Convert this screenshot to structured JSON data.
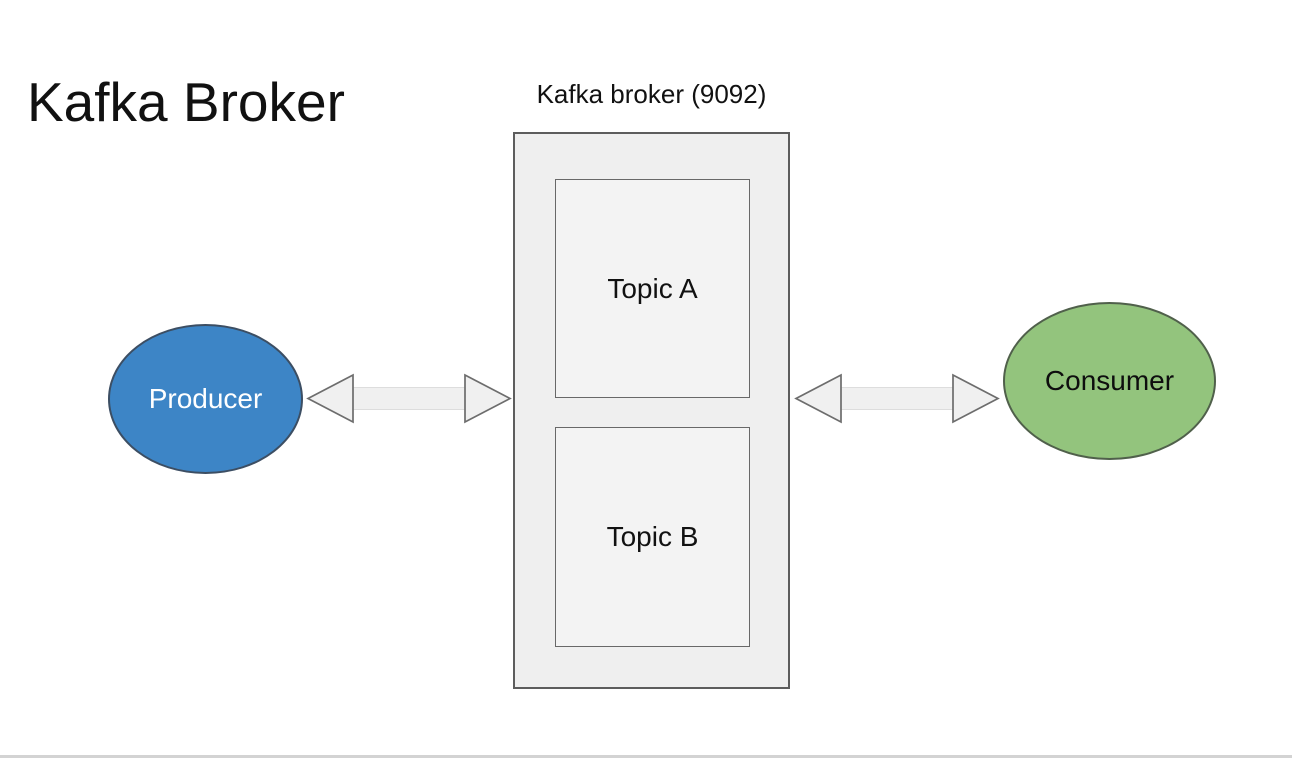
{
  "slide": {
    "title": "Kafka Broker"
  },
  "diagram": {
    "broker": {
      "label": "Kafka broker (9092)",
      "topics": [
        {
          "label": "Topic A"
        },
        {
          "label": "Topic B"
        }
      ]
    },
    "producer": {
      "label": "Producer"
    },
    "consumer": {
      "label": "Consumer"
    },
    "connections": [
      {
        "from": "Producer",
        "to": "Kafka broker (9092)",
        "type": "double-arrow"
      },
      {
        "from": "Kafka broker (9092)",
        "to": "Consumer",
        "type": "double-arrow"
      }
    ]
  },
  "theme": {
    "background": "#ffffff",
    "text": "#111111",
    "producer-fill": "#3d85c6",
    "producer-border": "#3c4e63",
    "producer-text": "#ffffff",
    "consumer-fill": "#93c47d",
    "consumer-border": "#50604b",
    "consumer-text": "#0e0e0e",
    "broker-fill": "#efefef",
    "broker-border": "#5d5d5d",
    "topic-fill": "#f3f3f3",
    "topic-border": "#686868",
    "arrow-fill": "#f0f0f0",
    "arrow-border": "#6d6d6d",
    "arrow-shaft-border": "#dddddd",
    "divider": "#d3d3d3"
  }
}
